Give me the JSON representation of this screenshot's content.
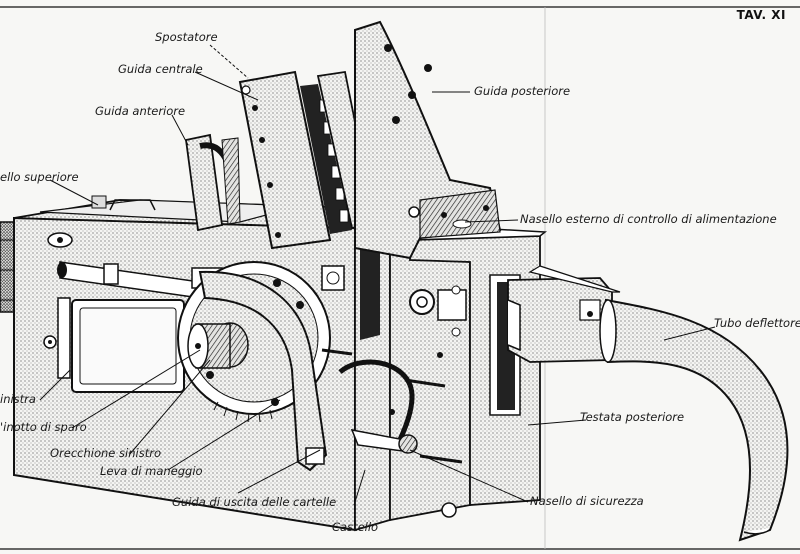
{
  "plate": "TAV. XI",
  "labels": {
    "spostatore": "Spostatore",
    "guida_centrale": "Guida centrale",
    "guida_anteriore": "Guida anteriore",
    "guida_posteriore": "Guida posteriore",
    "coperchio_superiore": "ello superiore",
    "nasello_esterno": "Nasello esterno di controllo di alimentazione",
    "tubo_deflettore": "Tubo deflettore",
    "sinistra": "inistra",
    "grilletto_sparo": "'inotto di sparo",
    "orecchione_sinistro": "Orecchione sinistro",
    "leva_maneggio": "Leva di maneggio",
    "guida_uscita_cartelle": "Guida di uscita delle cartelle",
    "castello": "Castello",
    "nasello_sicurezza": "Nasello di sicurezza",
    "testata_posteriore": "Testata posteriore"
  }
}
